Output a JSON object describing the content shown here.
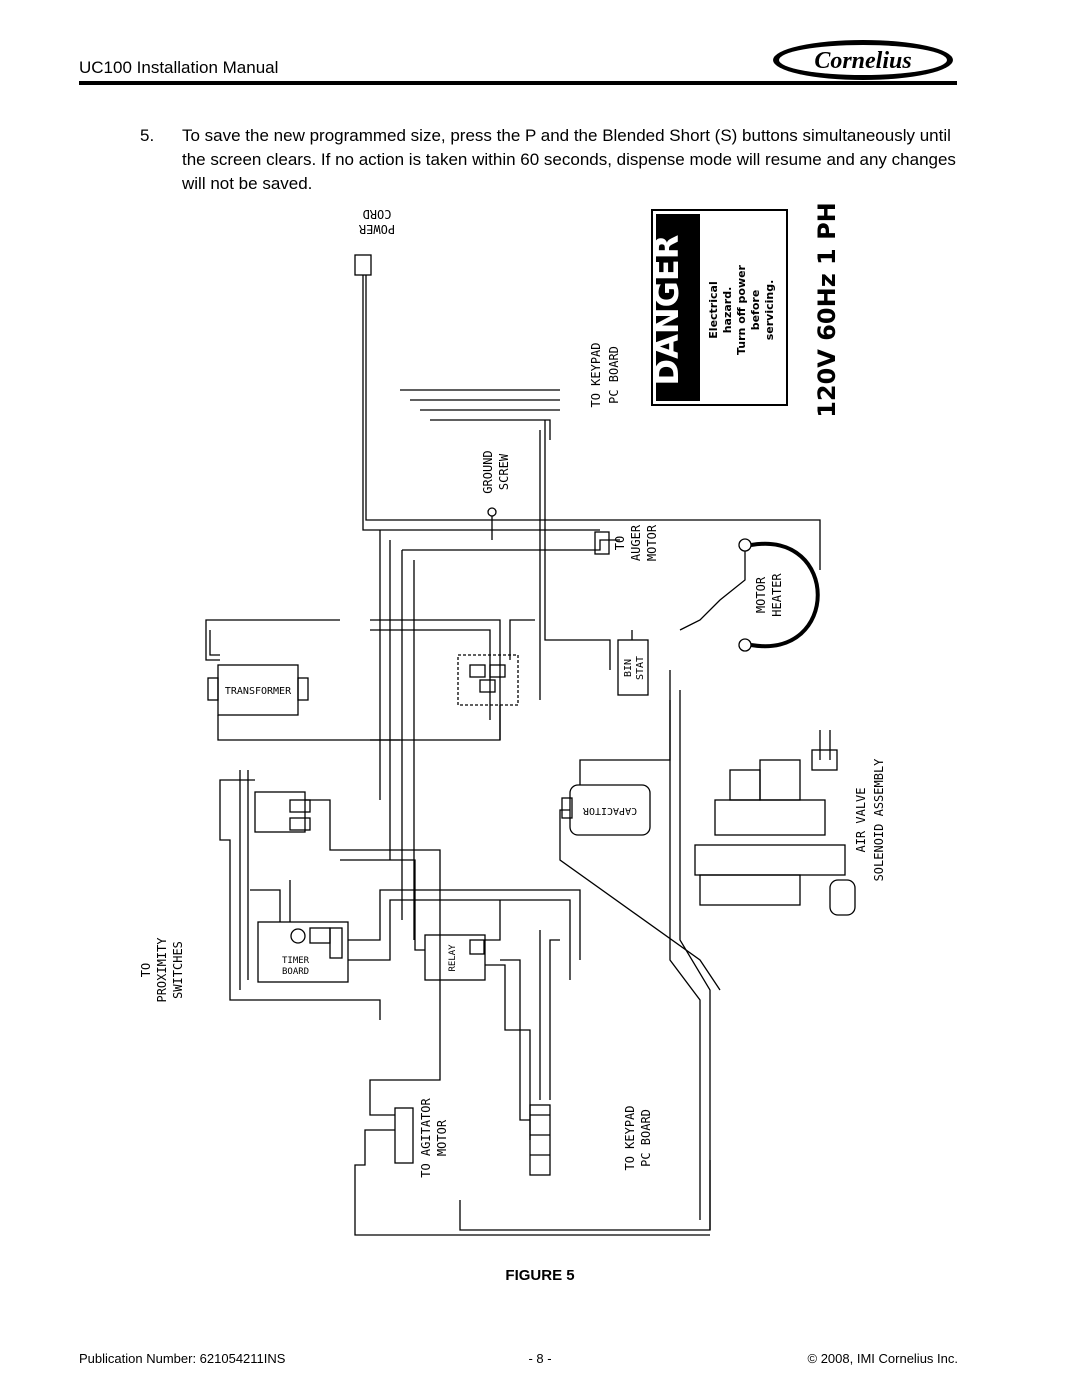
{
  "header": {
    "title": "UC100 Installation Manual",
    "logo_text": "Cornelius"
  },
  "step": {
    "number": "5.",
    "text": "To save the new programmed size, press the P and the Blended Short (S) buttons simultaneously until the screen clears. If no action is taken within 60 seconds, dispense mode will resume and any changes will not be saved."
  },
  "diagram": {
    "power_cord": [
      "POWER",
      "CORD"
    ],
    "keypad_top": [
      "TO KEYPAD",
      "PC BOARD"
    ],
    "ground_screw": [
      "GROUND",
      "SCREW"
    ],
    "auger_motor": [
      "TO",
      "AUGER",
      "MOTOR"
    ],
    "motor_heater": [
      "MOTOR",
      "HEATER"
    ],
    "transformer": "TRANSFORMER",
    "bin_stat": [
      "BIN",
      "STAT"
    ],
    "capacitor": "CAPACITOR",
    "air_valve": [
      "AIR VALVE",
      "SOLENOID ASSEMBLY"
    ],
    "timer_board": [
      "TIMER",
      "BOARD"
    ],
    "relay": "RELAY",
    "proximity": [
      "TO",
      "PROXIMITY",
      "SWITCHES"
    ],
    "agitator": [
      "TO AGITATOR",
      "MOTOR"
    ],
    "keypad_bottom": [
      "TO KEYPAD",
      "PC BOARD"
    ],
    "danger": {
      "heading": "DANGER",
      "lines": [
        "Electrical",
        "hazard.",
        "Turn off power",
        "before",
        "servicing."
      ],
      "rating": "120V 60Hz 1 PH"
    }
  },
  "figure_caption": "FIGURE 5",
  "footer": {
    "publication": "Publication Number: 621054211INS",
    "page": "- 8 -",
    "copyright": "© 2008, IMI Cornelius Inc."
  },
  "colors": {
    "ink": "#000000",
    "paper": "#ffffff"
  }
}
